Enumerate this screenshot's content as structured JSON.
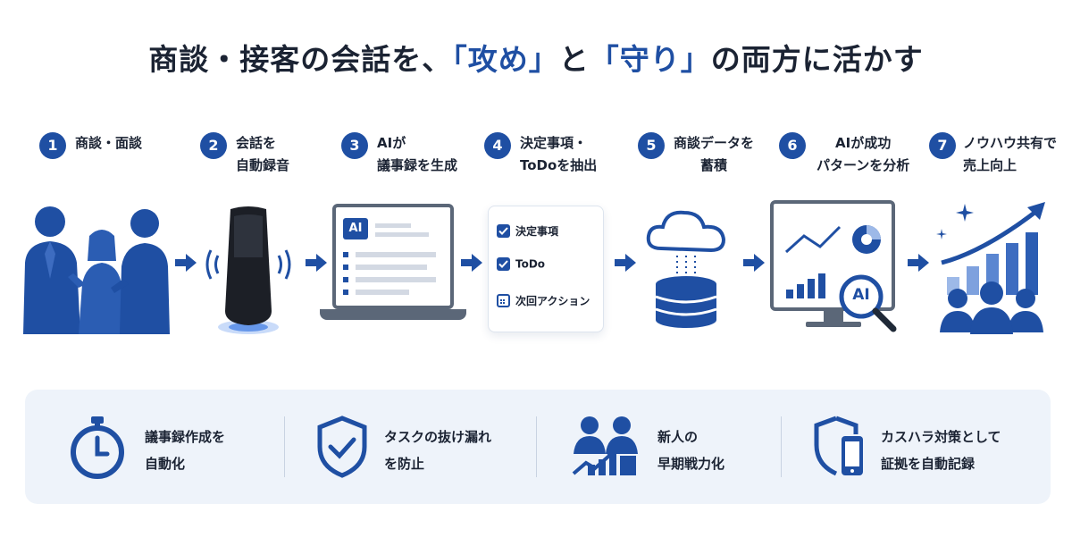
{
  "title": {
    "part1": "商談・接客の会話を、",
    "accent1": "「攻め」",
    "part2": "と",
    "accent2": "「守り」",
    "part3": "の両方に活かす"
  },
  "steps": [
    {
      "num": "1",
      "lines": [
        "商談・面談"
      ]
    },
    {
      "num": "2",
      "lines": [
        "会話を",
        "自動録音"
      ]
    },
    {
      "num": "3",
      "lines": [
        "AIが",
        "議事録を生成"
      ]
    },
    {
      "num": "4",
      "lines": [
        "決定事項・",
        "ToDoを抽出"
      ]
    },
    {
      "num": "5",
      "lines": [
        "商談データを",
        "蓄積"
      ]
    },
    {
      "num": "6",
      "lines": [
        "AIが成功",
        "パターンを分析"
      ]
    },
    {
      "num": "7",
      "lines": [
        "ノウハウ共有で",
        "売上向上"
      ]
    }
  ],
  "laptop_badge": "AI",
  "monitor_badge": "AI",
  "checklist": [
    "決定事項",
    "ToDo",
    "次回アクション"
  ],
  "benefits": [
    {
      "lines": [
        "議事録作成を",
        "自動化"
      ],
      "icon": "stopwatch-icon"
    },
    {
      "lines": [
        "タスクの抜け漏れ",
        "を防止"
      ],
      "icon": "shield-check-icon"
    },
    {
      "lines": [
        "新人の",
        "早期戦力化"
      ],
      "icon": "growth-people-icon"
    },
    {
      "lines": [
        "カスハラ対策として",
        "証拠を自動記録"
      ],
      "icon": "shield-phone-icon"
    }
  ],
  "colors": {
    "accent": "#1f4fa3",
    "panel": "#eef3fa",
    "text": "#1b2333"
  }
}
